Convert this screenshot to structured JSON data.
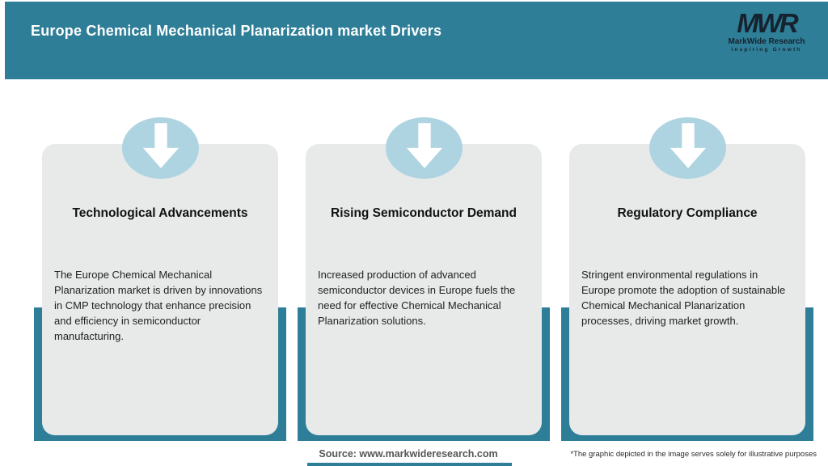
{
  "header": {
    "title": "Europe Chemical Mechanical Planarization market Drivers",
    "background_color": "#2e7e98",
    "logo": {
      "monogram": "MWR",
      "name": "MarkWide Research",
      "tagline": "Inspiring Growth"
    }
  },
  "cards": [
    {
      "icon": "down-arrow-icon",
      "title": "Technological Advancements",
      "body": "The Europe Chemical Mechanical Planarization market is driven by innovations in CMP technology that enhance precision and efficiency in semiconductor manufacturing."
    },
    {
      "icon": "down-arrow-icon",
      "title": "Rising Semiconductor Demand",
      "body": "Increased production of advanced semiconductor devices in Europe fuels the need for effective Chemical Mechanical Planarization solutions."
    },
    {
      "icon": "down-arrow-icon",
      "title": "Regulatory Compliance",
      "body": "Stringent environmental regulations in Europe promote the adoption of sustainable Chemical Mechanical Planarization processes, driving market growth."
    }
  ],
  "footer": {
    "source": "Source: www.markwideresearch.com",
    "disclaimer": "*The graphic depicted in the image serves solely for illustrative purposes"
  },
  "colors": {
    "teal": "#2e7e98",
    "card_background": "#e8eaea",
    "badge_blue": "#afd4e1",
    "arrow": "#ffffff",
    "logo_text": "#16222d"
  }
}
